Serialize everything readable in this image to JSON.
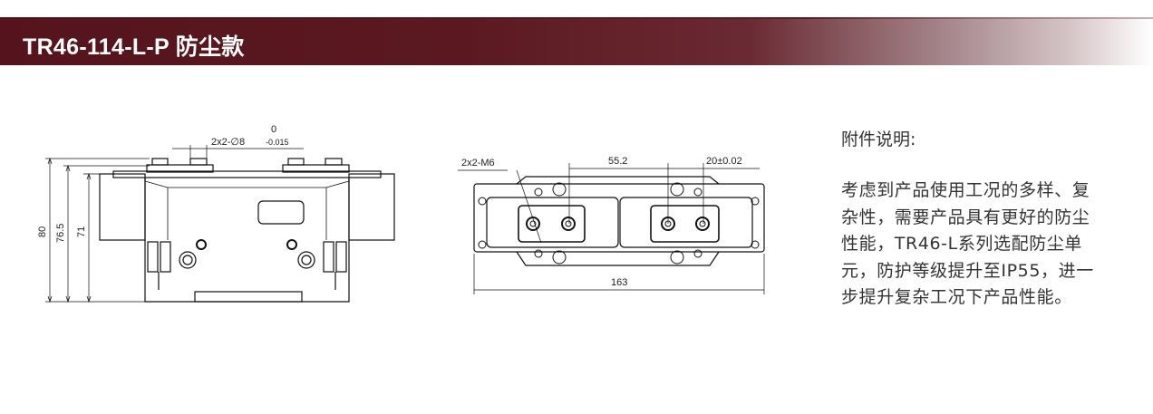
{
  "header": {
    "title": "TR46-114-L-P 防尘款"
  },
  "drawings": {
    "front_view": {
      "hole_spec": "2x2-∅8",
      "tol_upper": "0",
      "tol_lower": "-0.015",
      "height_dims": [
        "80",
        "76.5",
        "71"
      ]
    },
    "top_view": {
      "thread_spec": "2x2-M6",
      "spacing": "55.2",
      "pitch": "20±0.02",
      "length": "163"
    }
  },
  "notes": {
    "heading": "附件说明:",
    "lines": [
      "考虑到产品使用工况的多样、复",
      "杂性，需要产品具有更好的防尘",
      "性能，TR46-L系列选配防尘单",
      "元，防护等级提升至IP55，进一",
      "步提升复杂工况下产品性能。"
    ]
  }
}
